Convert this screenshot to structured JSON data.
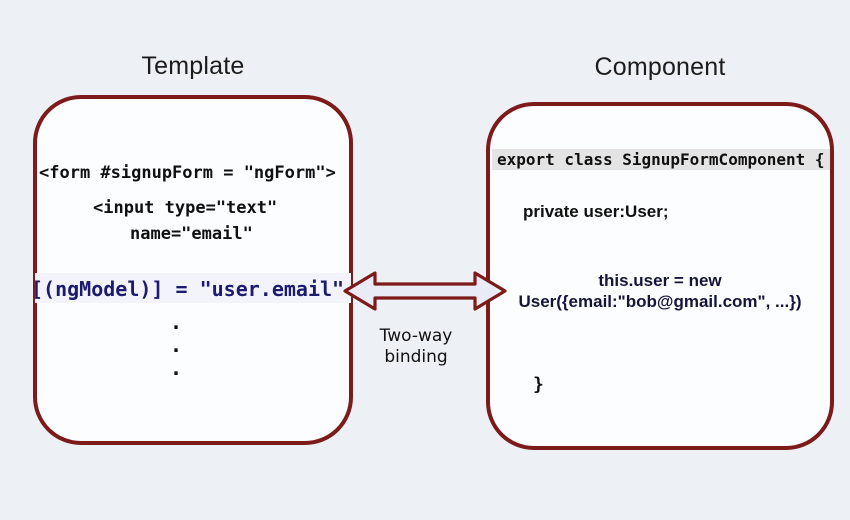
{
  "titles": {
    "left": "Template",
    "right": "Component"
  },
  "template_box": {
    "line_form": "<form #signupForm = \"ngForm\">",
    "line_input": "<input type=\"text\"",
    "line_name": "name=\"email\"",
    "line_ngmodel": "[(ngModel)] = \"user.email\"",
    "dots": [
      ".",
      ".",
      "."
    ]
  },
  "component_box": {
    "line_export": "export class SignupFormComponent {",
    "line_private": "private user:User;",
    "line_assign1": "this.user = new",
    "line_assign2": "User({email:\"bob@gmail.com\", ...})",
    "closing_brace": "}"
  },
  "arrow": {
    "icon": "double-headed-arrow",
    "label_line1": "Two-way",
    "label_line2": "binding"
  },
  "colors": {
    "background": "#edf0f5",
    "box-fill": "#fbfdfe",
    "box-border": "#7d1a1a",
    "code-text": "#101010",
    "ngmodel-text": "#1b1b70",
    "assign-text": "#15153c",
    "arrow-fill": "#e9ebf7",
    "export-highlight": "#e4e4e4",
    "ngmodel-highlight": "#f3f4fb",
    "label-text": "#111111"
  }
}
